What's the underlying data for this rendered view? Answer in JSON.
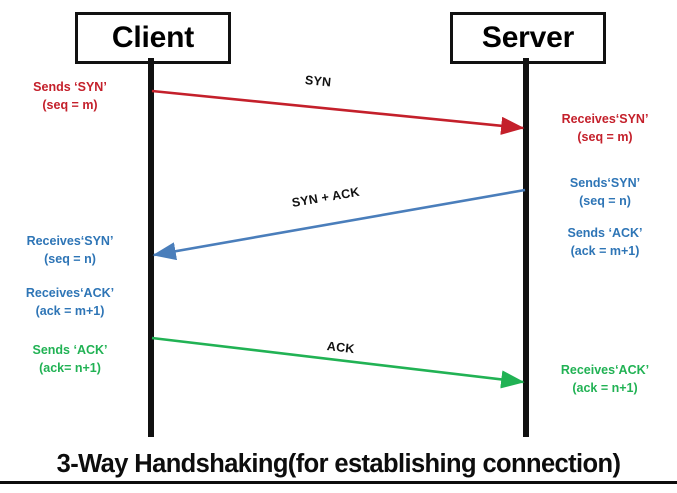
{
  "diagram": {
    "caption": "3-Way Handshaking(for establishing connection)",
    "colors": {
      "syn": "#C4202B",
      "syn_ack": "#2E75B6",
      "ack": "#21B254",
      "lifeline": "#111111"
    },
    "nodes": {
      "client": "Client",
      "server": "Server"
    },
    "messages": [
      {
        "label": "SYN"
      },
      {
        "label": "SYN + ACK"
      },
      {
        "label": "ACK"
      }
    ],
    "client_notes": {
      "sends_syn": {
        "line1": "Sends ‘SYN’",
        "line2": "(seq = m)"
      },
      "receives_syn": {
        "line1": "Receives‘SYN’",
        "line2": "(seq = n)"
      },
      "receives_ack": {
        "line1": "Receives‘ACK’",
        "line2": "(ack = m+1)"
      },
      "sends_ack": {
        "line1": "Sends ‘ACK’",
        "line2": "(ack= n+1)"
      }
    },
    "server_notes": {
      "receives_syn": {
        "line1": "Receives‘SYN’",
        "line2": "(seq = m)"
      },
      "sends_syn": {
        "line1": "Sends‘SYN’",
        "line2": "(seq = n)"
      },
      "sends_ack": {
        "line1": "Sends ‘ACK’",
        "line2": "(ack = m+1)"
      },
      "receives_ack": {
        "line1": "Receives‘ACK’",
        "line2": "(ack = n+1)"
      }
    }
  }
}
